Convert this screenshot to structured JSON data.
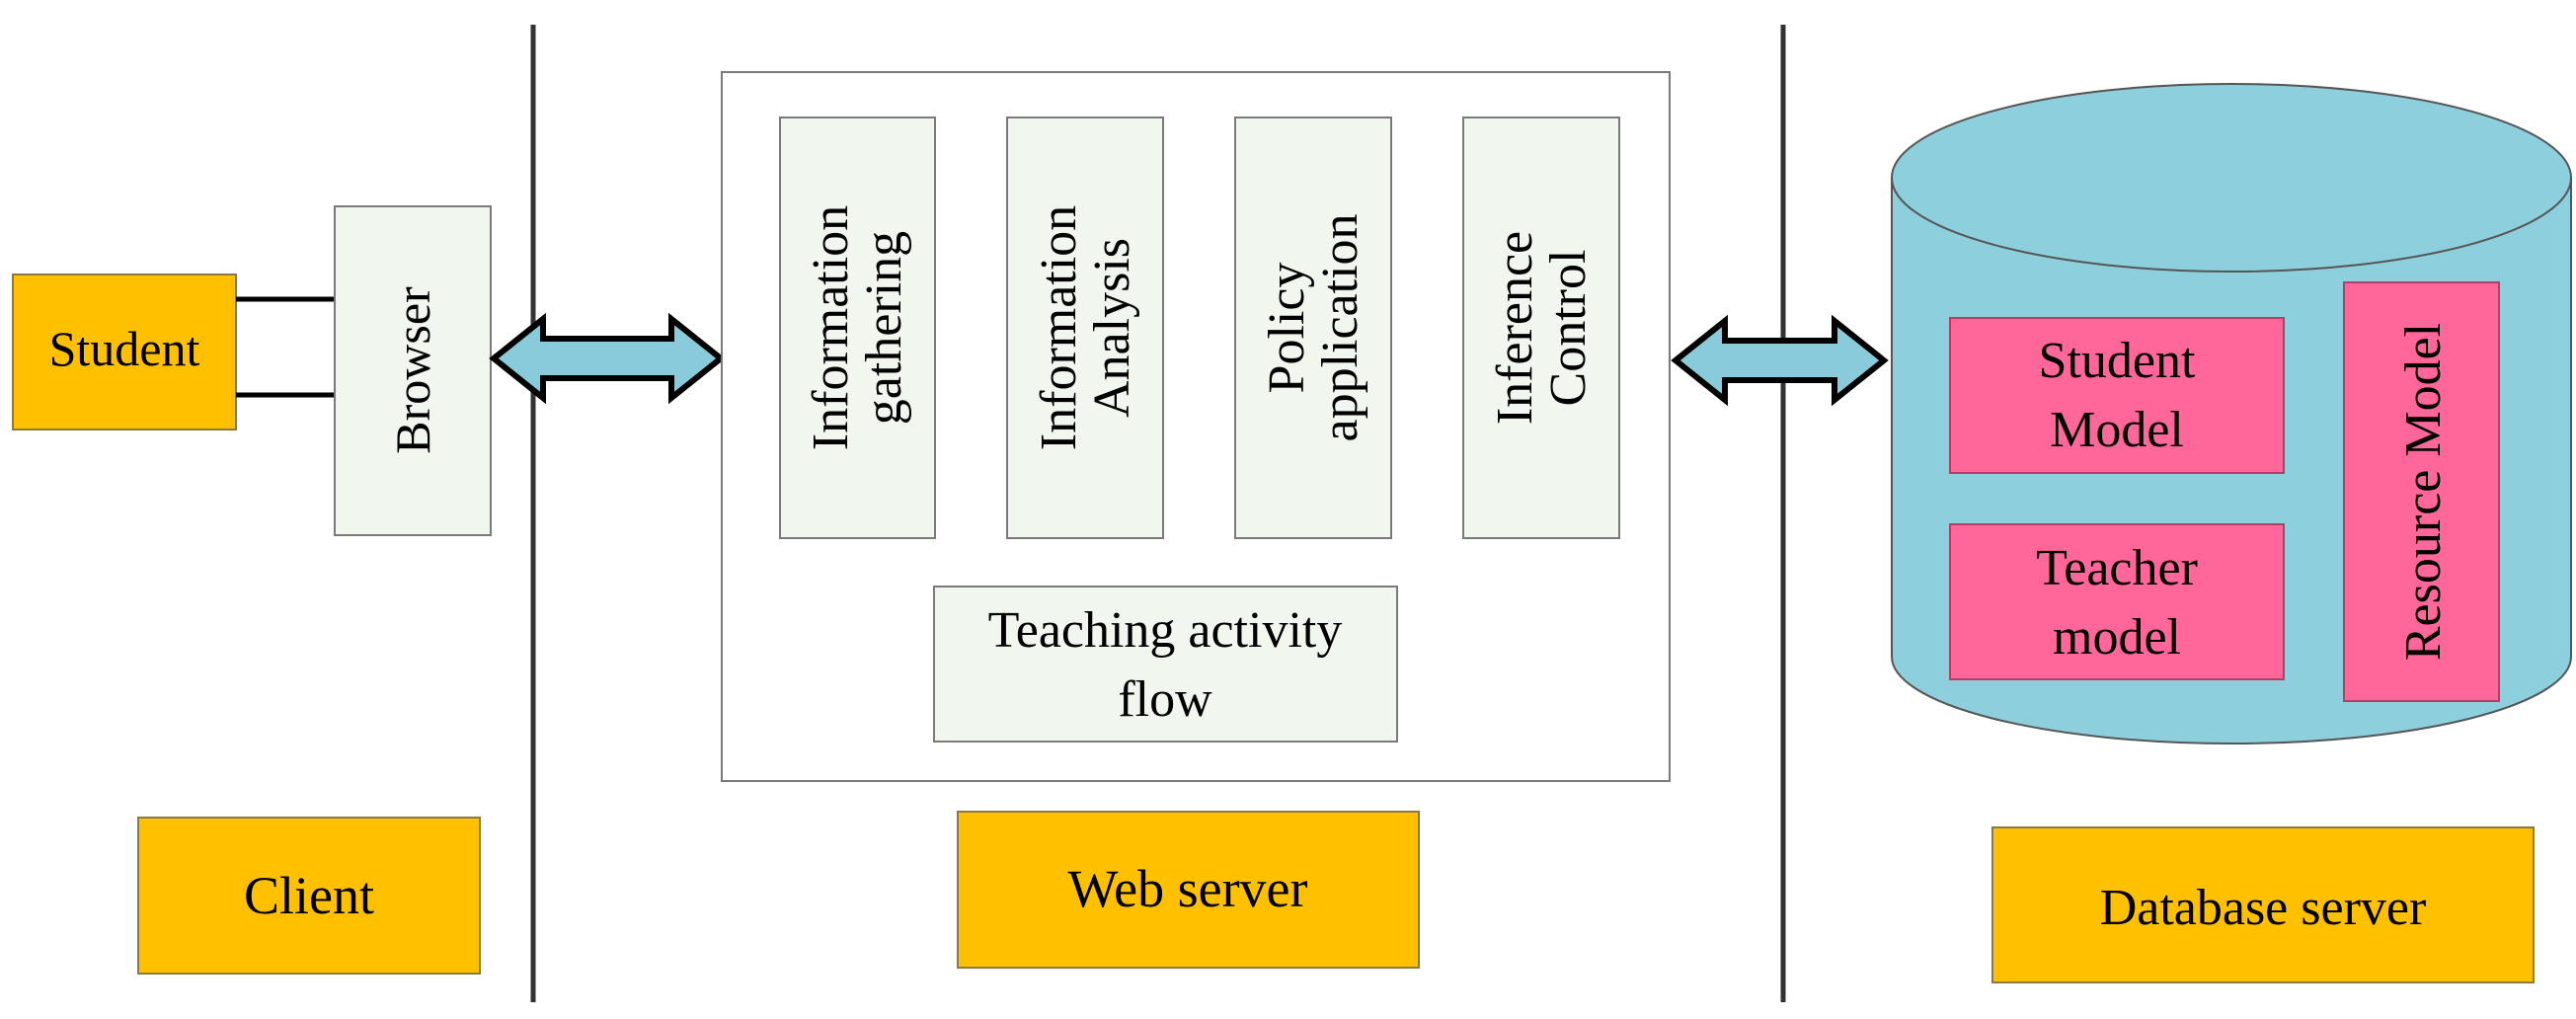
{
  "colors": {
    "orange": "#FFC000",
    "light_box": "#F1F6EF",
    "light_box_border": "#7A7A7A",
    "arrow_fill": "#8ACBDB",
    "cylinder_fill": "#8ECFDD",
    "model_fill": "#FF6699",
    "model_border": "#B0406A",
    "divider": "#333333"
  },
  "client": {
    "student": "Student",
    "browser": "Browser",
    "label": "Client"
  },
  "web_server": {
    "modules": [
      {
        "line1": "Information",
        "line2": "gathering"
      },
      {
        "line1": "Information",
        "line2": "Analysis"
      },
      {
        "line1": "Policy",
        "line2": "application"
      },
      {
        "line1": "Inference",
        "line2": "Control"
      }
    ],
    "flow_line1": "Teaching activity",
    "flow_line2": "flow",
    "label": "Web server"
  },
  "database_server": {
    "student_model_line1": "Student",
    "student_model_line2": "Model",
    "teacher_model_line1": "Teacher",
    "teacher_model_line2": "model",
    "resource_model": "Resource Model",
    "label": "Database server"
  }
}
